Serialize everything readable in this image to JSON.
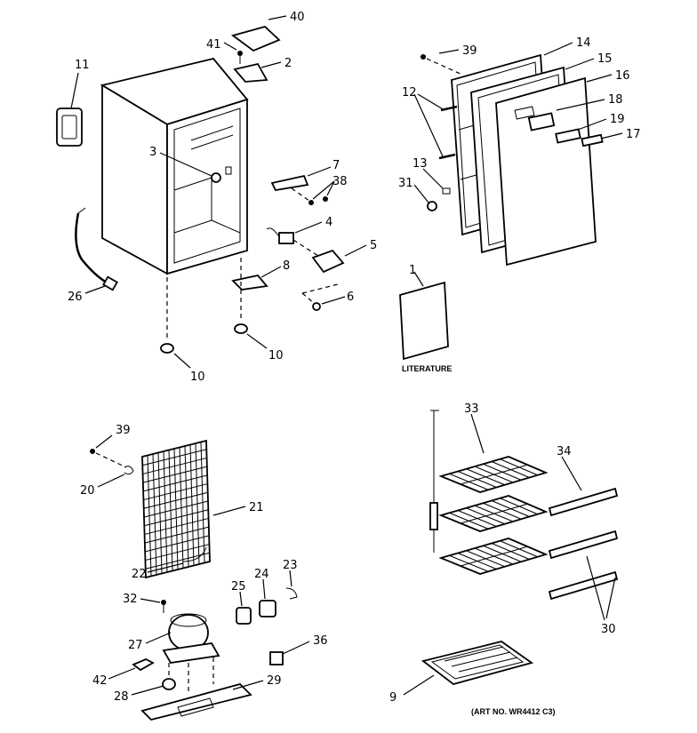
{
  "callouts": {
    "n40": "40",
    "n41": "41",
    "n2": "2",
    "n11": "11",
    "n3": "3",
    "n7": "7",
    "n38": "38",
    "n4": "4",
    "n5": "5",
    "n8": "8",
    "n6": "6",
    "n26": "26",
    "n10a": "10",
    "n10b": "10",
    "n39a": "39",
    "n14": "14",
    "n15": "15",
    "n16": "16",
    "n12": "12",
    "n18": "18",
    "n19": "19",
    "n17": "17",
    "n13": "13",
    "n31": "31",
    "n1": "1",
    "n39b": "39",
    "n20": "20",
    "n21": "21",
    "n22": "22",
    "n23": "23",
    "n24": "24",
    "n25": "25",
    "n32": "32",
    "n27": "27",
    "n36": "36",
    "n42": "42",
    "n28": "28",
    "n29": "29",
    "n33": "33",
    "n34": "34",
    "n30": "30",
    "n9": "9"
  },
  "literature_label": "LITERATURE",
  "art_number": "(ART NO. WR4412 C3)"
}
